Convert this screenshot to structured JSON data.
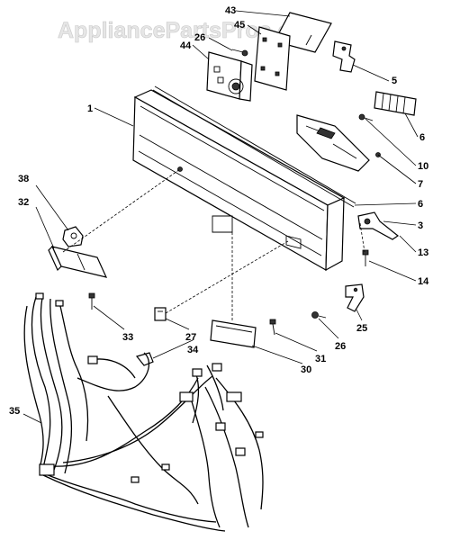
{
  "watermark": "AppliancePartsPros.com",
  "callouts": {
    "c1": "1",
    "c3": "3",
    "c5": "5",
    "c6a": "6",
    "c6b": "6",
    "c7": "7",
    "c10": "10",
    "c13": "13",
    "c14": "14",
    "c25": "25",
    "c26a": "26",
    "c26b": "26",
    "c27": "27",
    "c30": "30",
    "c31": "31",
    "c32": "32",
    "c33": "33",
    "c34": "34",
    "c35": "35",
    "c38": "38",
    "c43": "43",
    "c44": "44",
    "c45": "45"
  }
}
